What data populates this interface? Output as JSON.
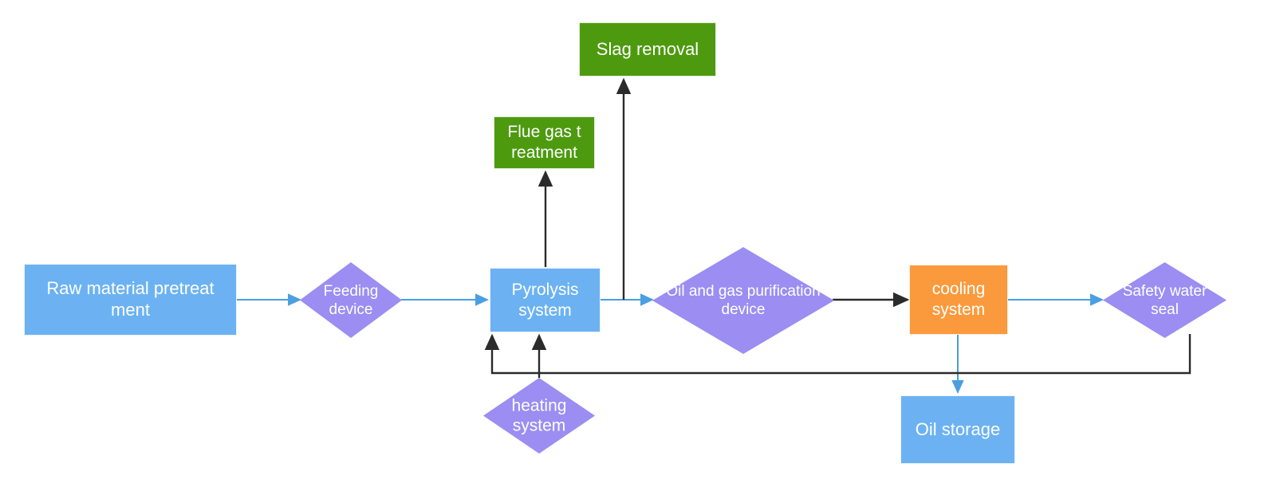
{
  "diagram": {
    "title": "Pyrolysis plant process flow",
    "background": "#ffffff",
    "palette": {
      "blue": "#6cb2f2",
      "purple": "#9b8df2",
      "green": "#4d9a0f",
      "orange": "#fb9a3c",
      "blue_arrow": "#4a9fe0",
      "black_arrow": "#2b2b2b",
      "text": "#ffffff"
    },
    "nodes": {
      "raw_material": {
        "label": "Raw material pretreat\nment",
        "line1": "Raw material pretreat",
        "line2": "ment",
        "shape": "rectangle",
        "color": "#6cb2f2"
      },
      "feeding_device": {
        "label": "Feeding\ndevice",
        "line1": "Feeding",
        "line2": "device",
        "shape": "diamond",
        "color": "#9b8df2"
      },
      "pyrolysis_system": {
        "label": "Pyrolysis\nsystem",
        "line1": "Pyrolysis",
        "line2": "system",
        "shape": "rectangle",
        "color": "#6cb2f2"
      },
      "oil_gas_purification": {
        "label": "Oil and gas purification\ndevice",
        "line1": "Oil and gas purification",
        "line2": "device",
        "shape": "diamond",
        "color": "#9b8df2"
      },
      "cooling_system": {
        "label": "cooling\nsystem",
        "line1": "cooling",
        "line2": "system",
        "shape": "rectangle",
        "color": "#fb9a3c"
      },
      "safety_water_seal": {
        "label": "Safety water\nseal",
        "line1": "Safety water",
        "line2": "seal",
        "shape": "diamond",
        "color": "#9b8df2"
      },
      "slag_removal": {
        "label": "Slag removal",
        "shape": "rectangle",
        "color": "#4d9a0f"
      },
      "flue_gas_treatment": {
        "label": "Flue gas t\nreatment",
        "line1": "Flue gas t",
        "line2": "reatment",
        "shape": "rectangle",
        "color": "#4d9a0f"
      },
      "heating_system": {
        "label": "heating\nsystem",
        "line1": "heating",
        "line2": "system",
        "shape": "diamond",
        "color": "#9b8df2"
      },
      "oil_storage": {
        "label": "Oil storage",
        "shape": "rectangle",
        "color": "#6cb2f2"
      }
    },
    "edges": [
      {
        "from": "raw_material",
        "to": "feeding_device",
        "color": "#4a9fe0",
        "style": "straight"
      },
      {
        "from": "feeding_device",
        "to": "pyrolysis_system",
        "color": "#4a9fe0",
        "style": "straight"
      },
      {
        "from": "pyrolysis_system",
        "to": "oil_gas_purification",
        "color": "#4a9fe0",
        "style": "straight"
      },
      {
        "from": "oil_gas_purification",
        "to": "cooling_system",
        "color": "#2b2b2b",
        "style": "straight"
      },
      {
        "from": "cooling_system",
        "to": "safety_water_seal",
        "color": "#4a9fe0",
        "style": "straight"
      },
      {
        "from": "cooling_system",
        "to": "oil_storage",
        "color": "#4a9fe0",
        "style": "straight"
      },
      {
        "from": "pyrolysis_system",
        "to": "flue_gas_treatment",
        "color": "#2b2b2b",
        "style": "straight"
      },
      {
        "from": "pyrolysis_system",
        "to": "slag_removal",
        "color": "#2b2b2b",
        "style": "straight"
      },
      {
        "from": "heating_system",
        "to": "pyrolysis_system",
        "color": "#2b2b2b",
        "style": "straight"
      },
      {
        "from": "safety_water_seal",
        "to": "pyrolysis_system",
        "color": "#2b2b2b",
        "style": "orthogonal-return"
      }
    ]
  }
}
